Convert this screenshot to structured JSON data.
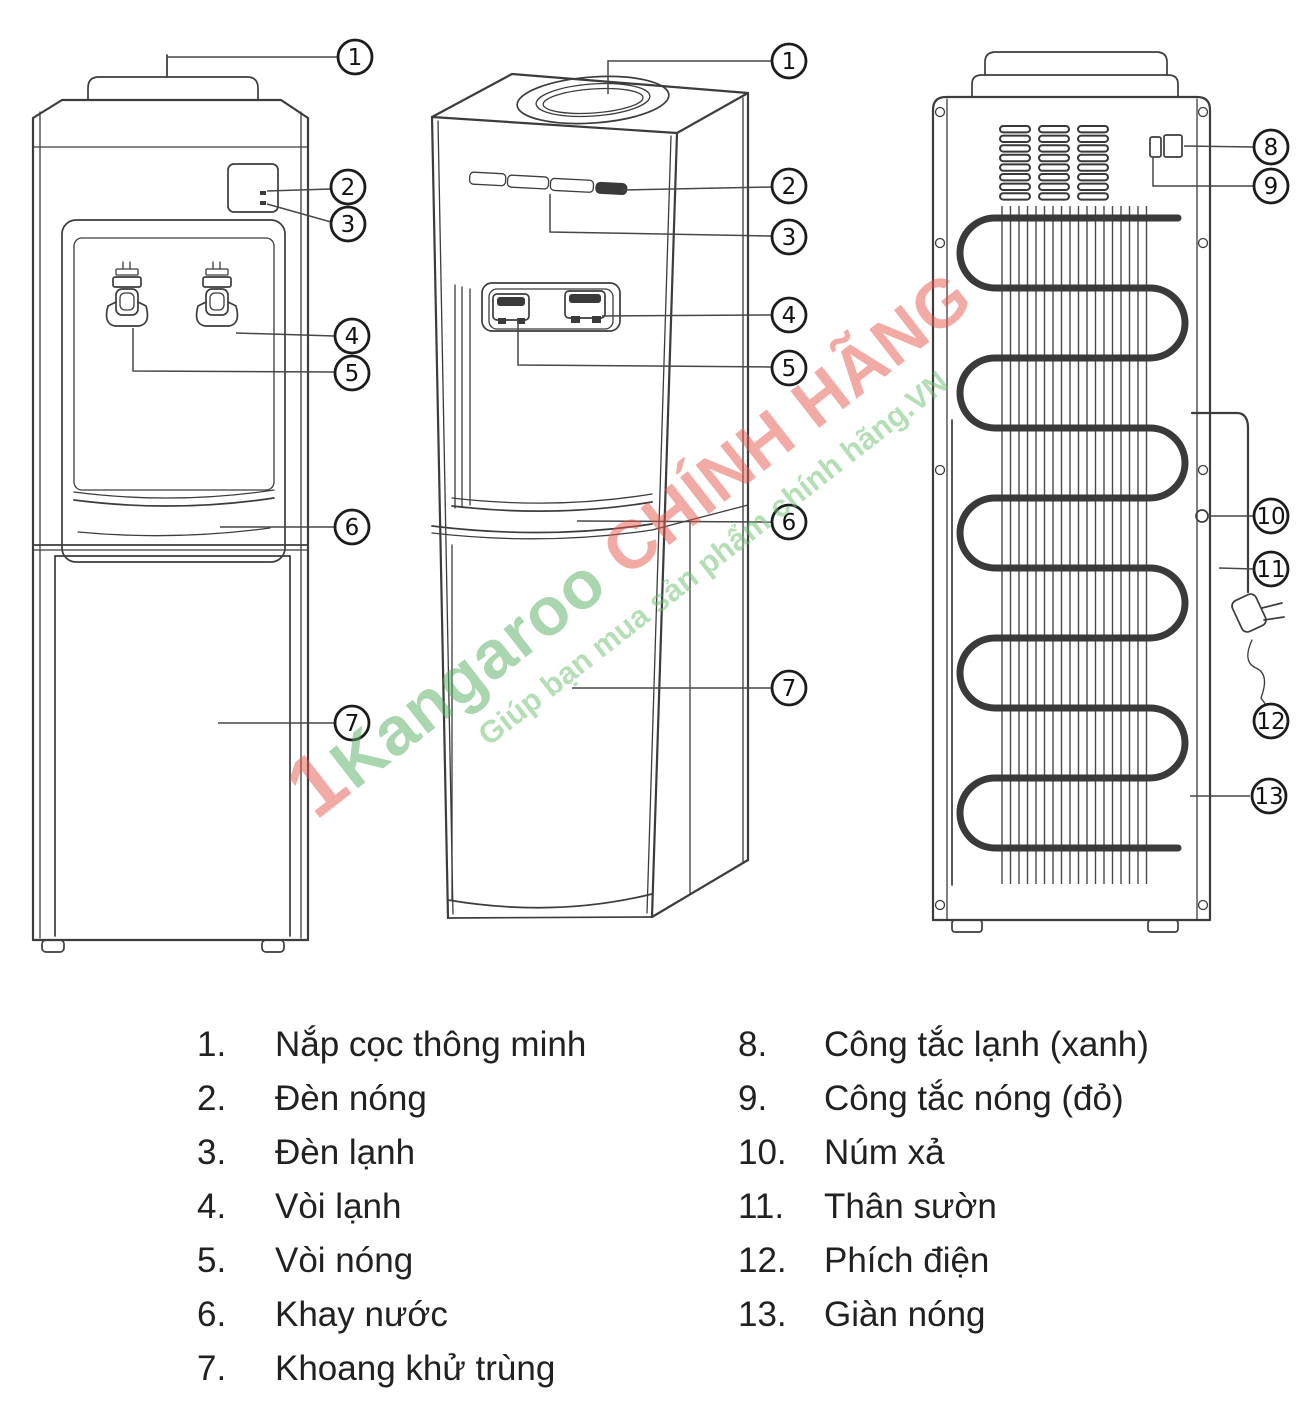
{
  "callouts": {
    "front": [
      "1",
      "2",
      "3",
      "4",
      "5",
      "6",
      "7"
    ],
    "middle": [
      "1",
      "2",
      "3",
      "4",
      "5",
      "6",
      "7"
    ],
    "back": [
      "8",
      "9",
      "10",
      "11",
      "12",
      "13"
    ]
  },
  "watermark": {
    "prefix": "1",
    "brand": "Kangaroo",
    "suffix": "CHÍNH HÃNG",
    "tagline": "Giúp bạn mua sản phẩm chính hãng",
    "tagline_suffix": ".VN",
    "colors": {
      "red": "#e4574b",
      "green": "#55ae60",
      "tagline_green": "#6abf70"
    }
  },
  "legend": {
    "left": [
      {
        "num": "1.",
        "label": "Nắp cọc thông minh"
      },
      {
        "num": "2.",
        "label": "Đèn nóng"
      },
      {
        "num": "3.",
        "label": "Đèn lạnh"
      },
      {
        "num": "4.",
        "label": "Vòi lạnh"
      },
      {
        "num": "5.",
        "label": "Vòi nóng"
      },
      {
        "num": "6.",
        "label": "Khay nước"
      },
      {
        "num": "7.",
        "label": "Khoang khử trùng"
      }
    ],
    "right": [
      {
        "num": "8.",
        "label": "Công tắc lạnh (xanh)"
      },
      {
        "num": "9.",
        "label": "Công tắc nóng (đỏ)"
      },
      {
        "num": "10.",
        "label": "Núm xả"
      },
      {
        "num": "11.",
        "label": "Thân sườn"
      },
      {
        "num": "12.",
        "label": "Phích điện"
      },
      {
        "num": "13.",
        "label": "Giàn nóng"
      }
    ]
  }
}
